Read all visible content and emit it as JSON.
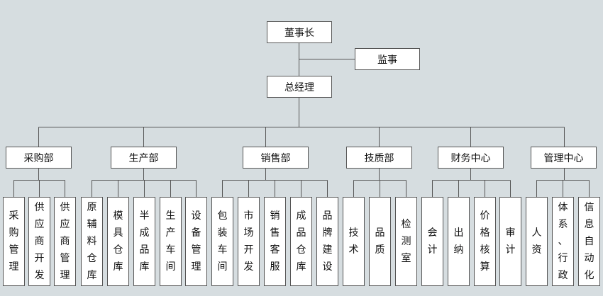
{
  "top": {
    "chairman": "董事长",
    "supervisor": "监事",
    "gm": "总经理"
  },
  "departments": [
    {
      "name": "采购部",
      "units": [
        "采购管理",
        "供应商开发",
        "供应商管理"
      ]
    },
    {
      "name": "生产部",
      "units": [
        "原辅料仓库",
        "模具仓库",
        "半成品库",
        "生产车间",
        "设备管理"
      ]
    },
    {
      "name": "销售部",
      "units": [
        "包装车间",
        "市场开发",
        "销售客服",
        "成品仓库",
        "品牌建设"
      ]
    },
    {
      "name": "技质部",
      "units": [
        "技术",
        "品质",
        "检测室"
      ]
    },
    {
      "name": "财务中心",
      "units": [
        "会计",
        "出纳",
        "价格核算",
        "审计"
      ]
    },
    {
      "name": "管理中心",
      "units": [
        "人资",
        "体系、行政",
        "信息自动化"
      ]
    }
  ]
}
